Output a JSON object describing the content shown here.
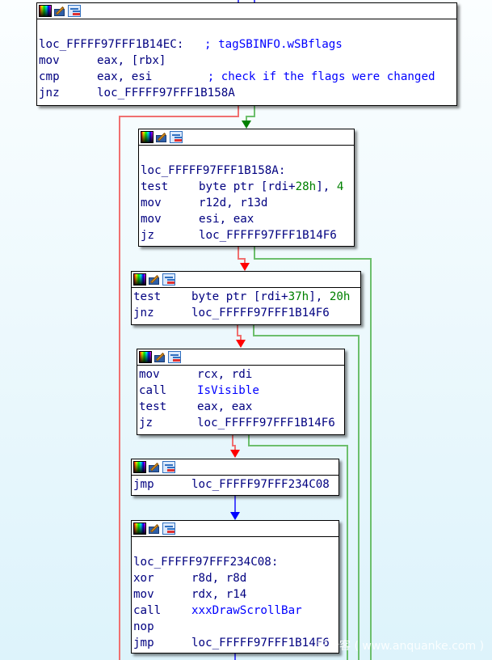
{
  "app": "IDA graph view",
  "colors": {
    "edge_false": "#f07070",
    "edge_true": "#6cbf6c",
    "edge_unconditional": "#4a4aff",
    "arrow_false": "#ff0000",
    "arrow_true": "#008000",
    "arrow_unconditional": "#0000ff",
    "text": "#000080",
    "comment": "#0000ff",
    "number": "#008000"
  },
  "header_icons": [
    "color-palette-icon",
    "edit-icon",
    "graph-icon"
  ],
  "blocks": [
    {
      "id": "b1",
      "label": "loc_FFFFF97FFF1B14EC:",
      "label_comment": "; tagSBINFO.wSBflags",
      "lines": [
        {
          "mnemonic": "mov",
          "ops": "eax, [rbx]",
          "comment": ""
        },
        {
          "mnemonic": "cmp",
          "ops": "eax, esi",
          "comment": "; check if the flags were changed"
        },
        {
          "mnemonic": "jnz",
          "ops": "loc_FFFFF97FFF1B158A",
          "comment": ""
        }
      ]
    },
    {
      "id": "b2",
      "label": "loc_FFFFF97FFF1B158A:",
      "lines": [
        {
          "mnemonic": "test",
          "ops_a": "byte ptr [rdi+",
          "ops_num": "28h",
          "ops_b": "], ",
          "ops_num2": "4"
        },
        {
          "mnemonic": "mov",
          "ops": "r12d, r13d"
        },
        {
          "mnemonic": "mov",
          "ops": "esi, eax"
        },
        {
          "mnemonic": "jz",
          "ops": "loc_FFFFF97FFF1B14F6"
        }
      ]
    },
    {
      "id": "b3",
      "lines": [
        {
          "mnemonic": "test",
          "ops_a": "byte ptr [rdi+",
          "ops_num": "37h",
          "ops_b": "], ",
          "ops_num2": "20h"
        },
        {
          "mnemonic": "jnz",
          "ops": "loc_FFFFF97FFF1B14F6"
        }
      ]
    },
    {
      "id": "b4",
      "lines": [
        {
          "mnemonic": "mov",
          "ops": "rcx, rdi"
        },
        {
          "mnemonic": "call",
          "ops": "IsVisible"
        },
        {
          "mnemonic": "test",
          "ops": "eax, eax"
        },
        {
          "mnemonic": "jz",
          "ops": "loc_FFFFF97FFF1B14F6"
        }
      ]
    },
    {
      "id": "b5",
      "lines": [
        {
          "mnemonic": "jmp",
          "ops": "loc_FFFFF97FFF234C08"
        }
      ]
    },
    {
      "id": "b6",
      "label": "loc_FFFFF97FFF234C08:",
      "lines": [
        {
          "mnemonic": "xor",
          "ops": "r8d, r8d"
        },
        {
          "mnemonic": "mov",
          "ops": "rdx, r14"
        },
        {
          "mnemonic": "call",
          "ops": "xxxDrawScrollBar"
        },
        {
          "mnemonic": "nop",
          "ops": ""
        },
        {
          "mnemonic": "jmp",
          "ops": "loc_FFFFF97FFF1B14F6"
        }
      ]
    }
  ],
  "watermark": "安全客 ( www.anquanke.com )"
}
